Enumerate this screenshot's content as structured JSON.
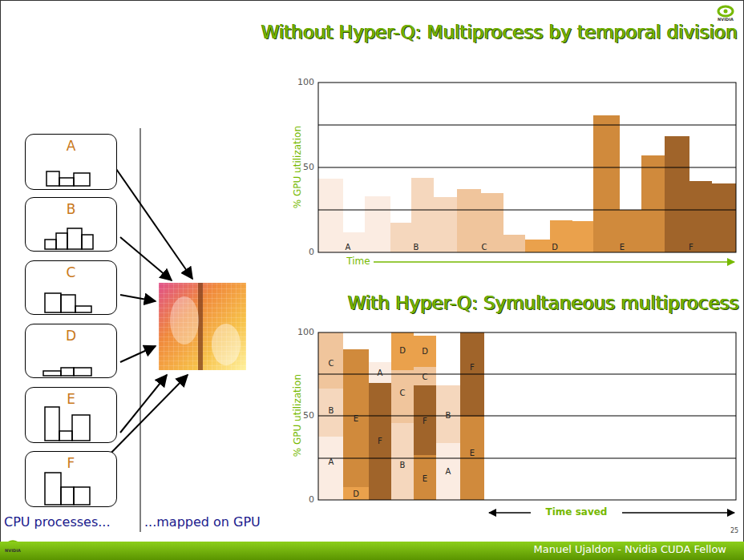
{
  "diagram": {
    "title": "Without Hyper-Q: Multiprocess by temporal division",
    "nodes": [
      {
        "text": [
          "A"
        ]
      },
      {
        "text": [
          "B"
        ]
      },
      {
        "text": [
          "C"
        ]
      },
      {
        "text": [
          "D"
        ]
      },
      {
        "text": [
          "E"
        ]
      },
      {
        "text": [
          "F"
        ]
      }
    ],
    "labels": [
      "With Hyper-Q: Symultaneous multiprocess",
      "100",
      "50",
      "0",
      "% GPU utilization",
      "Time",
      "A",
      "B",
      "C",
      "D",
      "E",
      "F",
      "100",
      "50",
      "0",
      "% GPU utilization",
      "C",
      "B",
      "A",
      "E",
      "D",
      "A",
      "F",
      "D",
      "C",
      "B",
      "D",
      "C",
      "F",
      "E",
      "B",
      "A",
      "F",
      "E",
      "Time saved",
      "CPU processes...",
      "...mapped on GPU",
      "25",
      "Manuel Ujaldon - Nvidia CUDA Fellow",
      "NVIDIA",
      "NVIDIA"
    ]
  }
}
